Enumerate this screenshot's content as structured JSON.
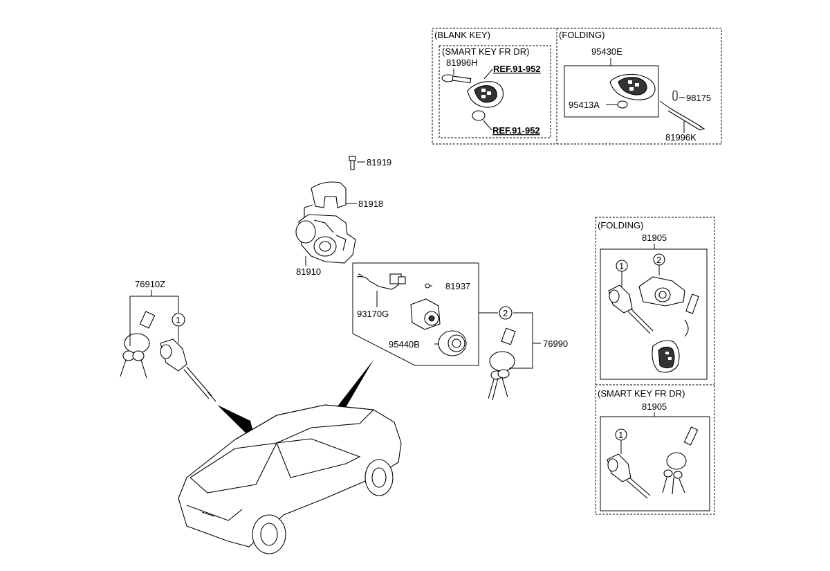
{
  "boxes": {
    "blank_key": "(BLANK KEY)",
    "smart_key_fr_dr_top": "(SMART KEY FR DR)",
    "folding_top": "(FOLDING)",
    "folding_right": "(FOLDING)",
    "smart_key_fr_dr_right": "(SMART KEY FR DR)"
  },
  "references": {
    "ref1": "REF.91-952",
    "ref2": "REF.91-952"
  },
  "parts": {
    "p81996H": "81996H",
    "p95430E": "95430E",
    "p95413A": "95413A",
    "p98175": "98175",
    "p81996K": "81996K",
    "p81919": "81919",
    "p81918": "81918",
    "p81910": "81910",
    "p81937": "81937",
    "p93170G": "93170G",
    "p95440B": "95440B",
    "p76990": "76990",
    "p76910Z": "76910Z",
    "p81905a": "81905",
    "p81905b": "81905"
  },
  "callouts": {
    "c1_left": "1",
    "c2_mid": "2",
    "c1_fold": "1",
    "c2_fold": "2",
    "c1_smart": "1"
  }
}
